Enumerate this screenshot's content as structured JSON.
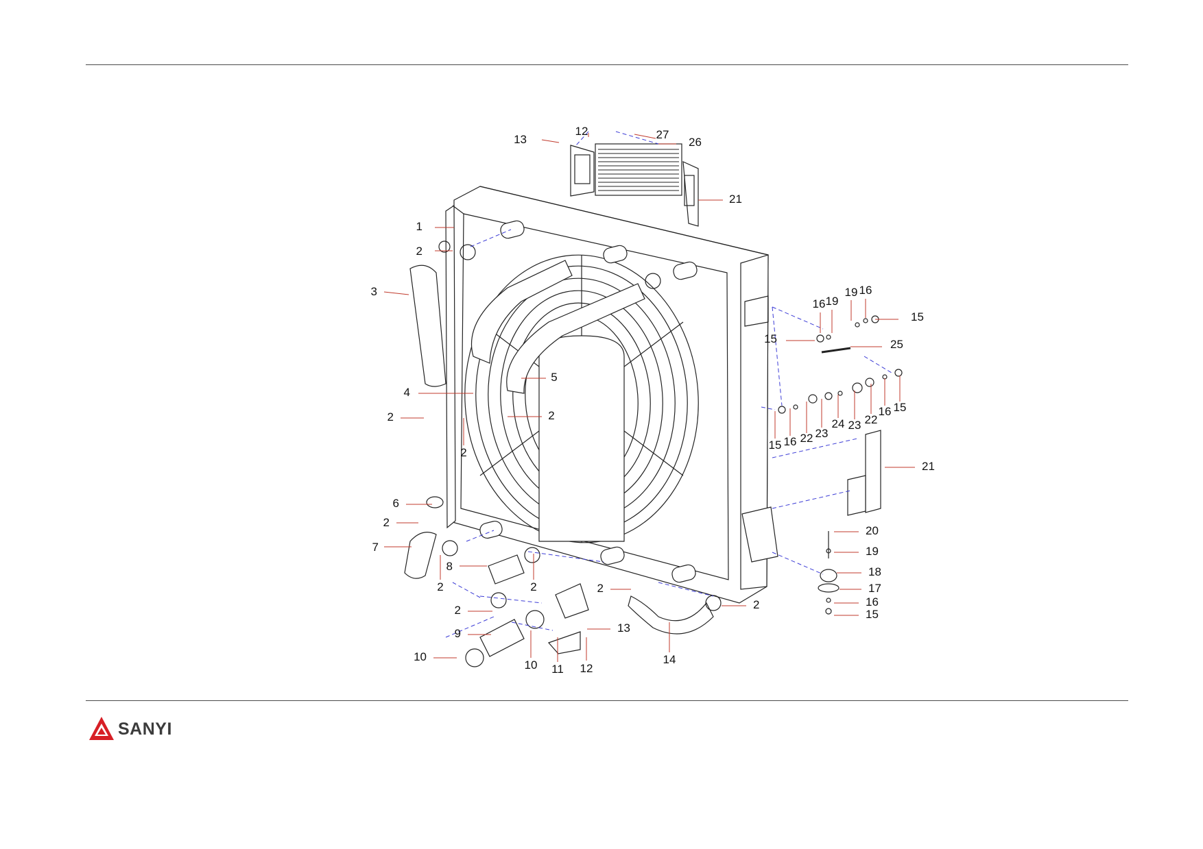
{
  "logo": {
    "text": "SANYI",
    "color": "#d71f26"
  },
  "colors": {
    "leader": "#c0392b",
    "dash": "#3b3bd6",
    "line": "#222222"
  },
  "callouts": [
    "13",
    "12",
    "27",
    "26",
    "21",
    "1",
    "2",
    "3",
    "16",
    "19",
    "19",
    "16",
    "15",
    "15",
    "25",
    "5",
    "4",
    "2",
    "2",
    "2",
    "15",
    "16",
    "22",
    "23",
    "24",
    "23",
    "22",
    "16",
    "15",
    "21",
    "6",
    "2",
    "7",
    "8",
    "2",
    "2",
    "20",
    "19",
    "18",
    "17",
    "16",
    "15",
    "2",
    "2",
    "13",
    "9",
    "10",
    "10",
    "11",
    "12",
    "14",
    "2"
  ]
}
